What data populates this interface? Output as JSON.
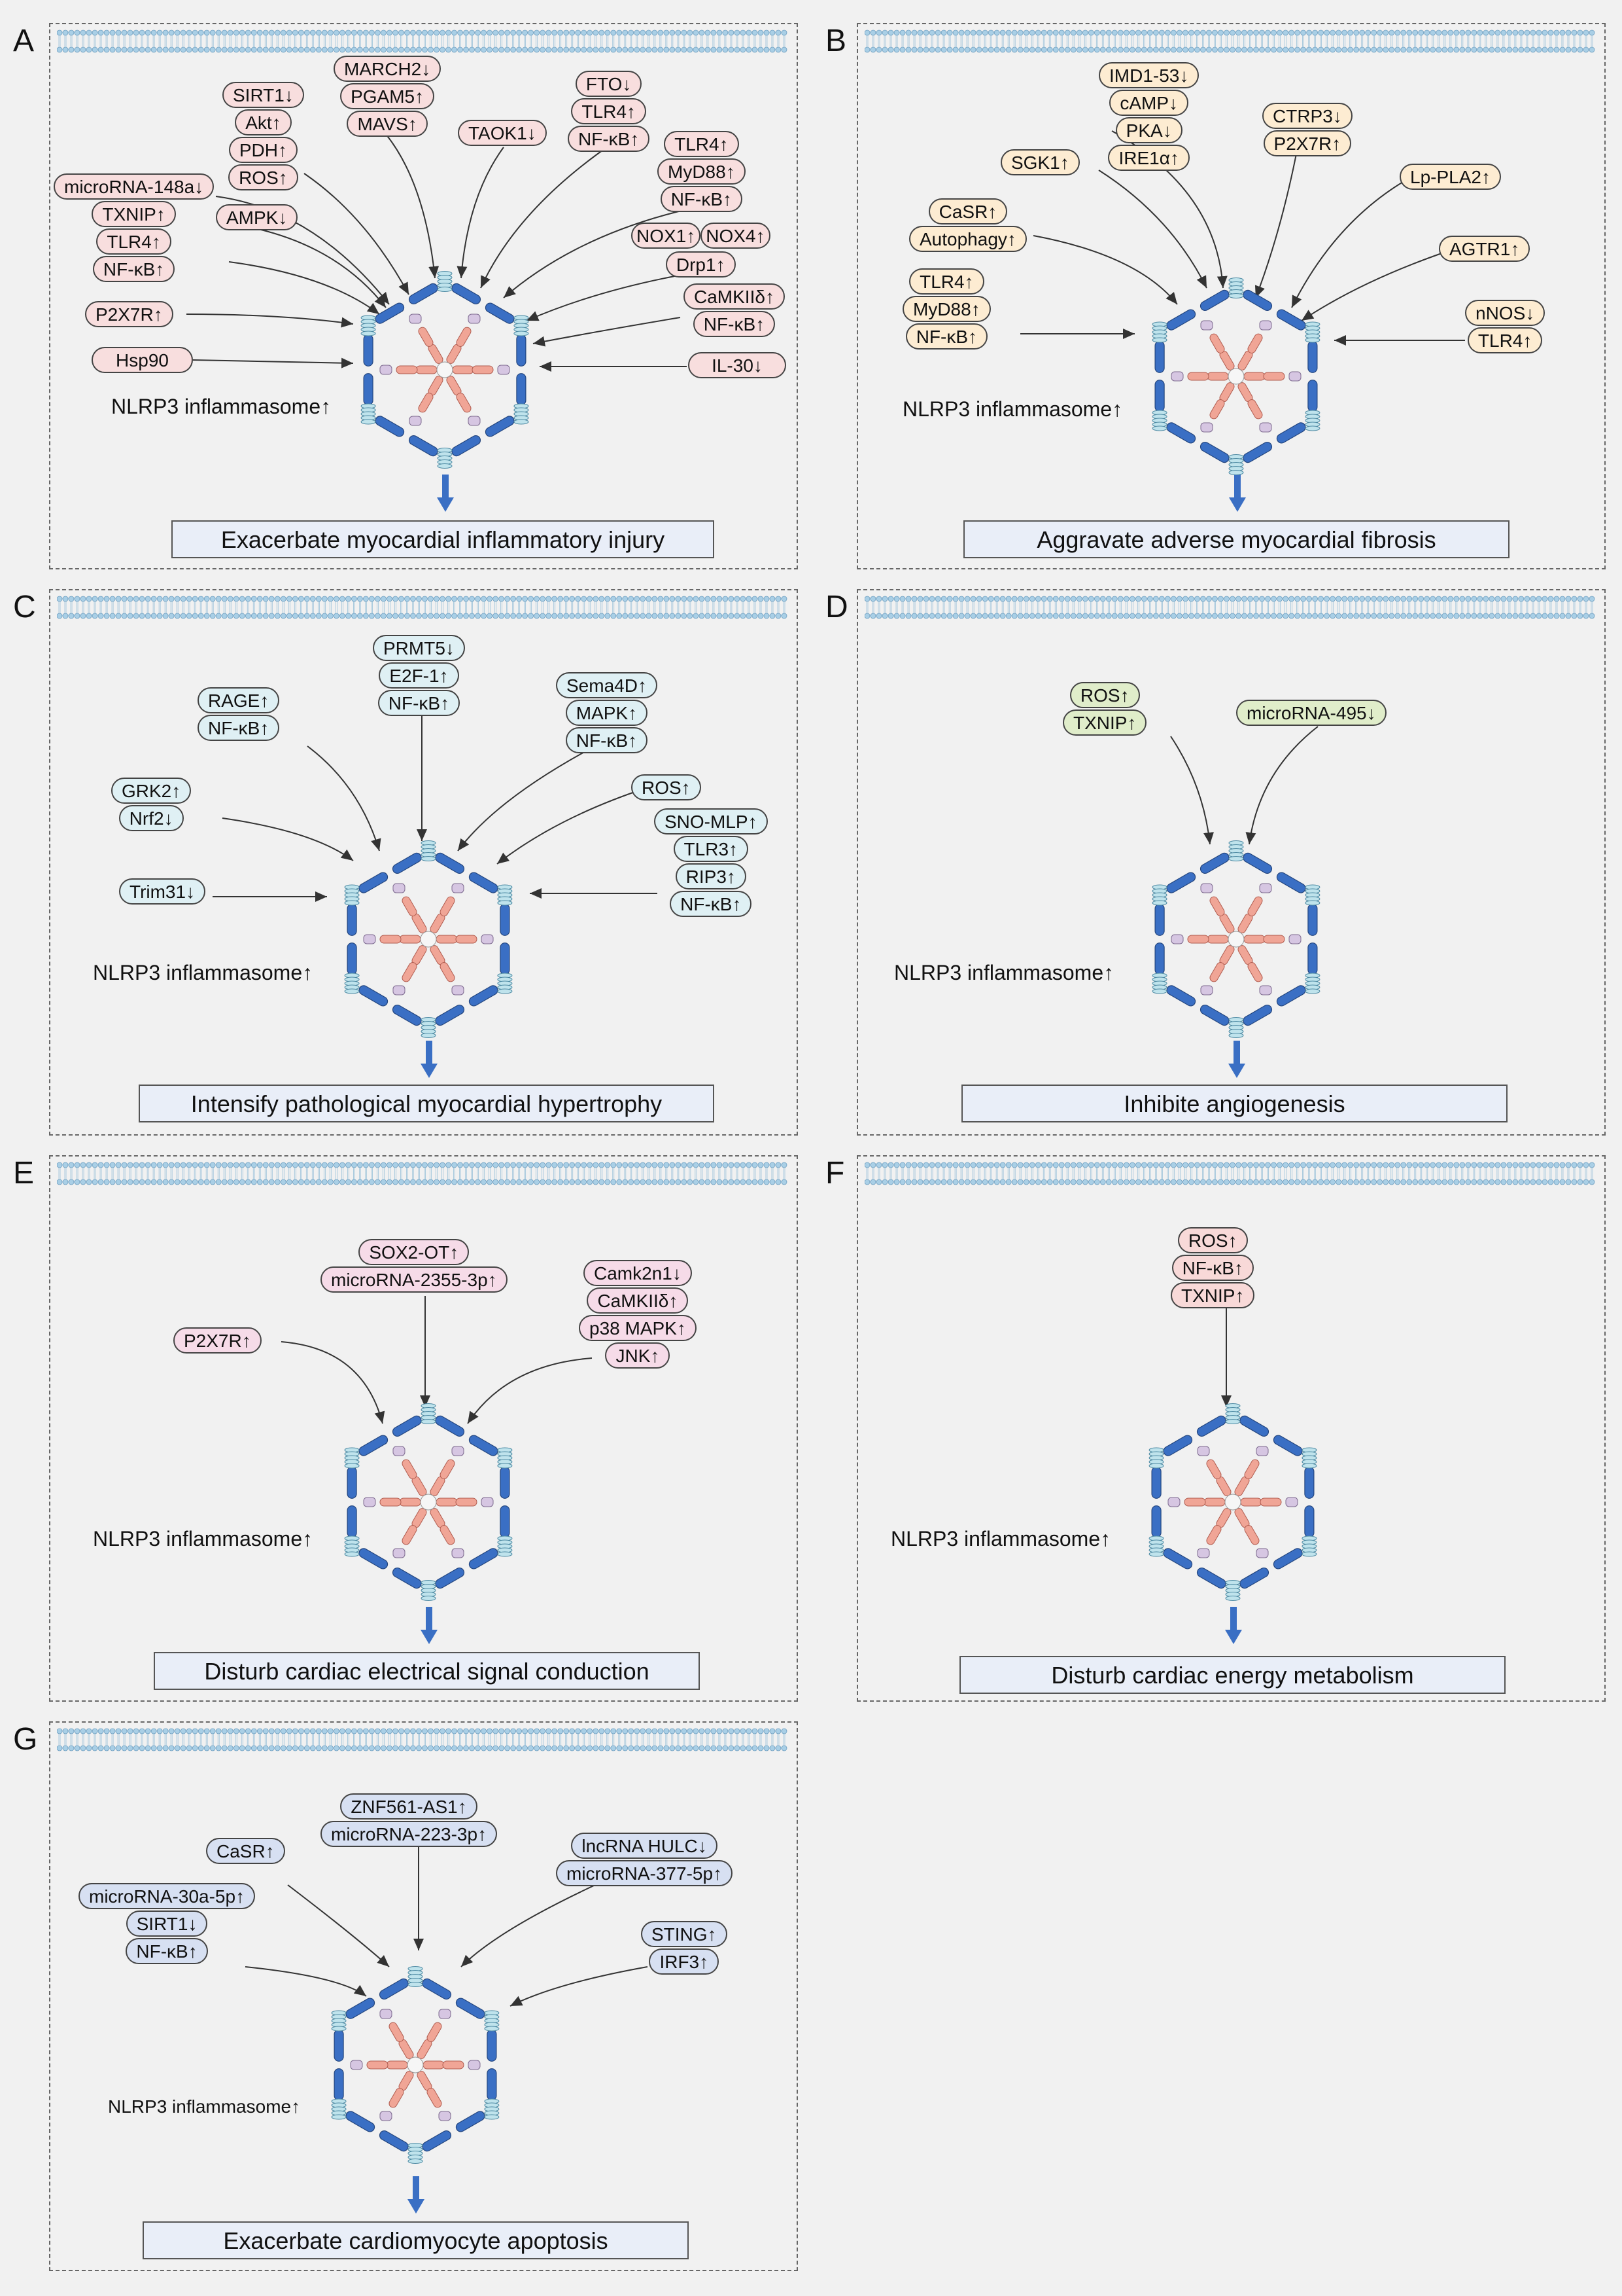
{
  "colors": {
    "A": "#f8dede",
    "B": "#fdecd2",
    "C": "#dff0f4",
    "D": "#e0edca",
    "E": "#f6dbe8",
    "F": "#f8d9d8",
    "G": "#d7e0f2",
    "outcome_fill": "#e9eef8",
    "membrane": "#a9cfe6",
    "arrow_blue": "#3a6fc4"
  },
  "nlrp_label": "NLRP3 inflammasome↑",
  "panels": {
    "A": {
      "letter": "A",
      "outcome": "Exacerbate myocardial inflammatory injury",
      "groups": [
        [
          "SIRT1↓",
          "Akt↑",
          "PDH↑",
          "ROS↑"
        ],
        [
          "MARCH2↓",
          "PGAM5↑",
          "MAVS↑"
        ],
        [
          "TAOK1↓"
        ],
        [
          "FTO↓",
          "TLR4↑",
          "NF-κB↑"
        ],
        [
          "TLR4↑",
          "MyD88↑",
          "NF-κB↑"
        ],
        [
          "microRNA-148a↓",
          "TXNIP↑",
          "TLR4↑",
          "NF-κB↑"
        ],
        [
          "AMPK↓"
        ],
        [
          "NOX1↑",
          "NOX4↑",
          "Drp1↑"
        ],
        [
          "CaMKIIδ↑",
          "NF-κB↑"
        ],
        [
          "P2X7R↑"
        ],
        [
          "Hsp90"
        ],
        [
          "IL-30↓"
        ]
      ]
    },
    "B": {
      "letter": "B",
      "outcome": "Aggravate adverse myocardial fibrosis",
      "groups": [
        [
          "IMD1-53↓",
          "cAMP↓",
          "PKA↓",
          "IRE1α↑"
        ],
        [
          "SGK1↑"
        ],
        [
          "CTRP3↓",
          "P2X7R↑"
        ],
        [
          "Lp-PLA2↑"
        ],
        [
          "CaSR↑",
          "Autophagy↑"
        ],
        [
          "AGTR1↑"
        ],
        [
          "TLR4↑",
          "MyD88↑",
          "NF-κB↑"
        ],
        [
          "nNOS↓",
          "TLR4↑"
        ]
      ]
    },
    "C": {
      "letter": "C",
      "outcome": "Intensify pathological myocardial hypertrophy",
      "groups": [
        [
          "PRMT5↓",
          "E2F-1↑",
          "NF-κB↑"
        ],
        [
          "RAGE↑",
          "NF-κB↑"
        ],
        [
          "Sema4D↑",
          "MAPK↑",
          "NF-κB↑"
        ],
        [
          "GRK2↑",
          "Nrf2↓"
        ],
        [
          "ROS↑"
        ],
        [
          "SNO-MLP↑",
          "TLR3↑",
          "RIP3↑",
          "NF-κB↑"
        ],
        [
          "Trim31↓"
        ]
      ]
    },
    "D": {
      "letter": "D",
      "outcome": "Inhibite angiogenesis",
      "groups": [
        [
          "ROS↑",
          "TXNIP↑"
        ],
        [
          "microRNA-495↓"
        ]
      ]
    },
    "E": {
      "letter": "E",
      "outcome": "Disturb cardiac electrical signal conduction",
      "groups": [
        [
          "SOX2-OT↑",
          "microRNA-2355-3p↑"
        ],
        [
          "Camk2n1↓",
          "CaMKIIδ↑",
          "p38 MAPK↑",
          "JNK↑"
        ],
        [
          "P2X7R↑"
        ]
      ]
    },
    "F": {
      "letter": "F",
      "outcome": "Disturb cardiac energy metabolism",
      "groups": [
        [
          "ROS↑",
          "NF-κB↑",
          "TXNIP↑"
        ]
      ]
    },
    "G": {
      "letter": "G",
      "outcome": "Exacerbate cardiomyocyte apoptosis",
      "groups": [
        [
          "ZNF561-AS1↑",
          "microRNA-223-3p↑"
        ],
        [
          "CaSR↑"
        ],
        [
          "lncRNA HULC↓",
          "microRNA-377-5p↑"
        ],
        [
          "microRNA-30a-5p↑",
          "SIRT1↓",
          "NF-κB↑"
        ],
        [
          "STING↑",
          "IRF3↑"
        ]
      ]
    }
  }
}
